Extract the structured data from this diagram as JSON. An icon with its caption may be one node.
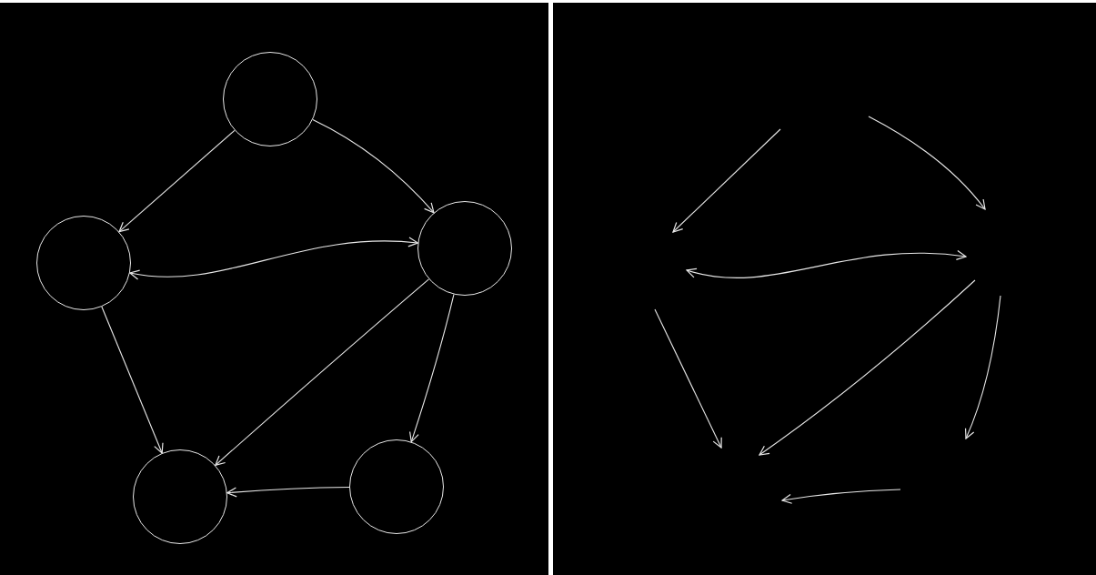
{
  "diagram": {
    "nodes": [
      {
        "text": [],
        "shape": "circle"
      },
      {
        "text": [],
        "shape": "circle"
      },
      {
        "text": [],
        "shape": "circle"
      },
      {
        "text": [],
        "shape": "circle"
      },
      {
        "text": [],
        "shape": "circle"
      }
    ],
    "edges": [
      {
        "from": 0,
        "to": 1,
        "arrow": "to"
      },
      {
        "from": 0,
        "to": 2,
        "arrow": "to"
      },
      {
        "from": 2,
        "to": 1,
        "arrow": "both"
      },
      {
        "from": 1,
        "to": 3,
        "arrow": "to"
      },
      {
        "from": 2,
        "to": 3,
        "arrow": "to"
      },
      {
        "from": 2,
        "to": 4,
        "arrow": "to"
      },
      {
        "from": 4,
        "to": 3,
        "arrow": "to"
      }
    ]
  }
}
